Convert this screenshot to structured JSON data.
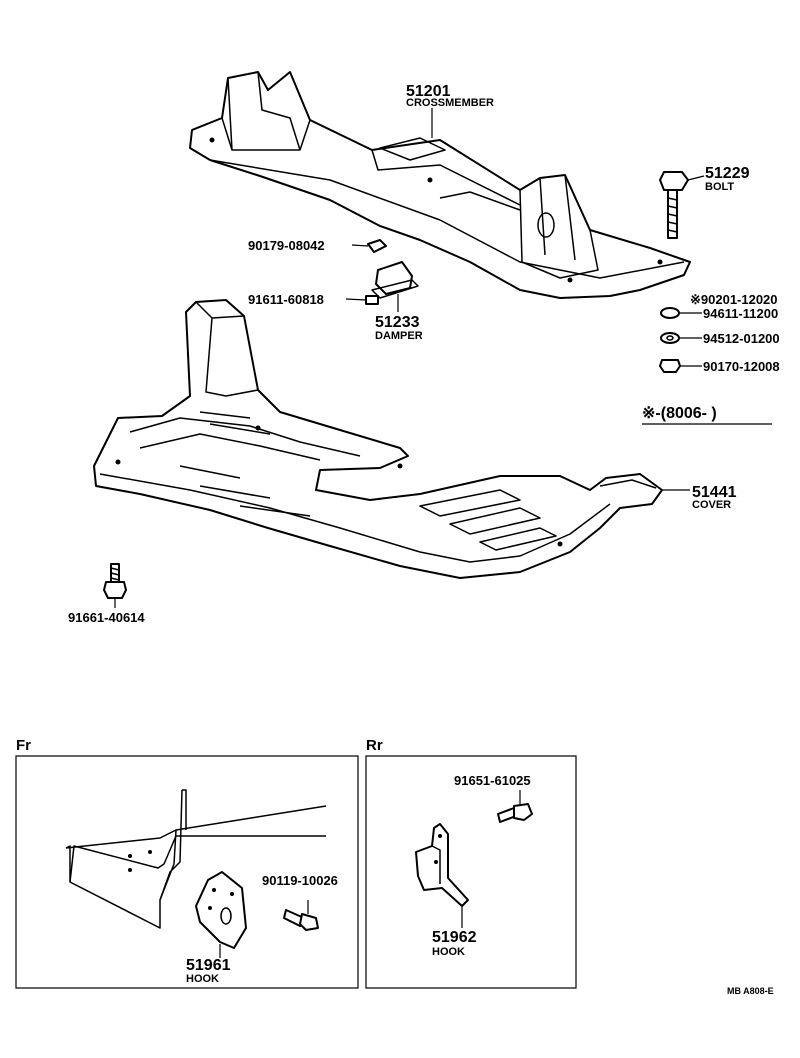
{
  "parts": {
    "crossmember": {
      "number": "51201",
      "name": "CROSSMEMBER"
    },
    "bolt": {
      "number": "51229",
      "name": "BOLT"
    },
    "damper": {
      "number": "51233",
      "name": "DAMPER"
    },
    "cover": {
      "number": "51441",
      "name": "COVER"
    },
    "hook_fr": {
      "number": "51961",
      "name": "HOOK"
    },
    "hook_rr": {
      "number": "51962",
      "name": "HOOK"
    },
    "p90179": "90179-08042",
    "p91611": "91611-60818",
    "p90201": "※90201-12020",
    "p94611": "94611-11200",
    "p94512": "94512-01200",
    "p90170": "90170-12008",
    "p91661": "91661-40614",
    "p90119": "90119-10026",
    "p91651": "91651-61025"
  },
  "note": "※-(8006-        )",
  "frames": {
    "front": "Fr",
    "rear": "Rr"
  },
  "diagram_code": "MB  A808-E"
}
